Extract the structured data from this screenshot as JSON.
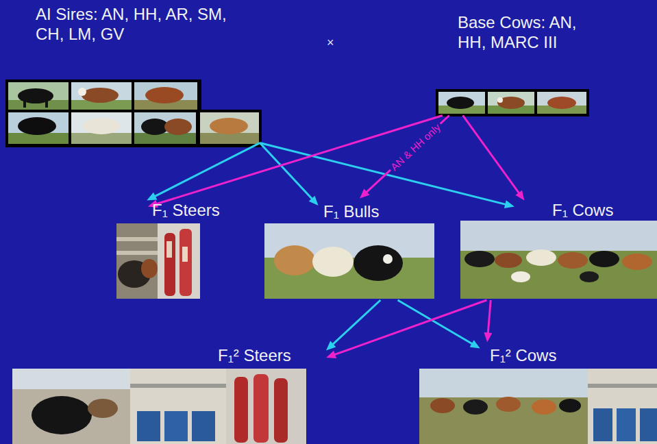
{
  "diagram": {
    "nodes": [
      {
        "text": [
          "AI Sires: AN, HH, AR, SM, CH, LM, GV"
        ]
      },
      {
        "text": [
          "Base Cows: AN, HH, MARC III"
        ]
      },
      {
        "text": [
          "F₁ Steers"
        ]
      },
      {
        "text": [
          "F₁ Bulls"
        ]
      },
      {
        "text": [
          "F₁ Cows"
        ]
      },
      {
        "text": [
          "F₁² Steers"
        ]
      },
      {
        "text": [
          "F₁² Cows"
        ]
      }
    ],
    "edges": [
      {
        "from": 0,
        "to": 2,
        "arrow": "to"
      },
      {
        "from": 0,
        "to": 3,
        "arrow": "to"
      },
      {
        "from": 0,
        "to": 4,
        "arrow": "to"
      },
      {
        "from": 1,
        "to": 2,
        "arrow": "to"
      },
      {
        "from": 1,
        "to": 3,
        "label": "AN & HH only",
        "arrow": "to"
      },
      {
        "from": 1,
        "to": 4,
        "arrow": "to"
      },
      {
        "from": 3,
        "to": 5,
        "arrow": "to"
      },
      {
        "from": 3,
        "to": 6,
        "arrow": "to"
      },
      {
        "from": 4,
        "to": 5,
        "arrow": "to"
      },
      {
        "from": 4,
        "to": 6,
        "arrow": "to"
      }
    ],
    "labels": [
      "×"
    ]
  }
}
